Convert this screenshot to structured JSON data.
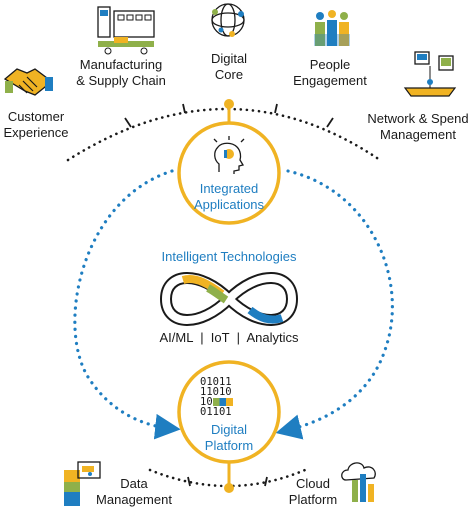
{
  "pillars": {
    "customer_experience": [
      "Customer",
      "Experience"
    ],
    "manufacturing": [
      "Manufacturing",
      "& Supply Chain"
    ],
    "digital_core": [
      "Digital",
      "Core"
    ],
    "people": [
      "People",
      "Engagement"
    ],
    "network": [
      "Network & Spend",
      "Management"
    ]
  },
  "integrated_applications": [
    "Integrated",
    "Applications"
  ],
  "intelligent_technologies": {
    "title": "Intelligent Technologies",
    "caption": "AI/ML  |  IoT  |  Analytics"
  },
  "digital_platform": {
    "binary": [
      "01011",
      "11010",
      "10",
      "01101"
    ],
    "label": [
      "Digital",
      "Platform"
    ]
  },
  "data_management": [
    "Data",
    "Management"
  ],
  "cloud_platform": [
    "Cloud",
    "Platform"
  ],
  "colors": {
    "gold": "#f0b323",
    "blue": "#1f7ec1",
    "green": "#8fb04a",
    "dark": "#1a1a1a"
  },
  "icons": {
    "customer_experience": "handshake-icon",
    "manufacturing": "factory-icon",
    "digital_core": "globe-network-icon",
    "people": "people-icon",
    "network": "network-spend-icon",
    "integrated_applications": "head-lightbulb-icon",
    "intelligent_technologies": "infinity-loop-icon",
    "data_management": "database-icon",
    "cloud_platform": "cloud-icon"
  }
}
